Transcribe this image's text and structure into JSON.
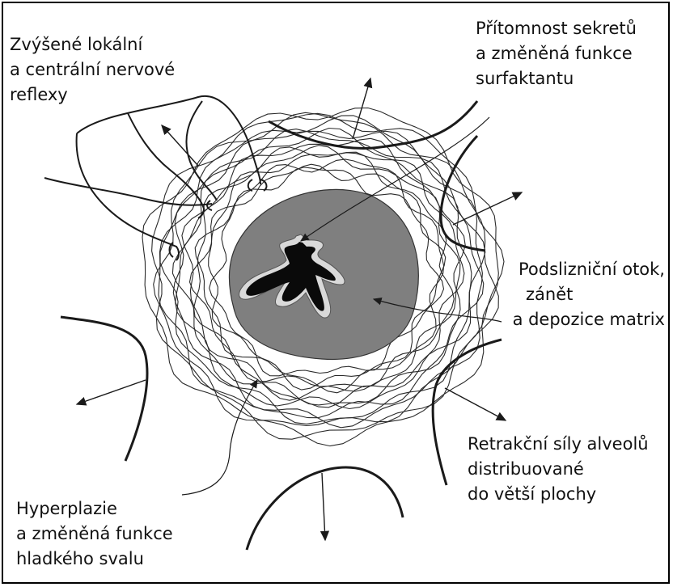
{
  "labels": {
    "reflexes": [
      "Zvýšené lokální",
      "a centrální nervové",
      "reflexy"
    ],
    "secretions": [
      "Přítomnost sekretů",
      "a změněná funkce",
      "surfaktantu"
    ],
    "edema": [
      "Podslizniční otok,",
      "zánět",
      "a depozice matrix"
    ],
    "retraction": [
      "Retrakční síly alveolů",
      "distribuované",
      "do větší plochy"
    ],
    "hyperplasia": [
      "Hyperplazie",
      "a změněná funkce",
      "hladkého svalu"
    ]
  },
  "colors": {
    "submucosa": "#7f7f7f",
    "mucosa_lining": "#d9d9d9",
    "lumen": "#0a0a0a",
    "ink": "#1a1a1a"
  }
}
